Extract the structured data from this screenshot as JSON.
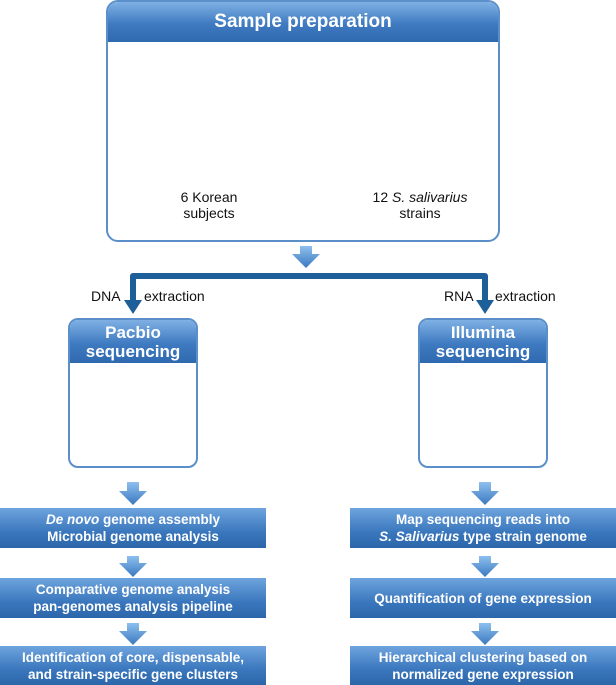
{
  "sample": {
    "title": "Sample preparation",
    "subjects_line1": "6 Korean",
    "subjects_line2": "subjects",
    "strains_prefix": "12 ",
    "strains_species": "S. salivarius",
    "strains_line2": "strains"
  },
  "branches": {
    "dna": "DNA",
    "rna": "RNA",
    "extraction": "extraction"
  },
  "pacbio": {
    "line1": "Pacbio",
    "line2": "sequencing"
  },
  "illumina": {
    "line1": "Illumina",
    "line2": "sequencing"
  },
  "left_steps": {
    "step1_italic": "De novo",
    "step1_rest": " genome assembly",
    "step1_line2": "Microbial genome analysis",
    "step2_line1": "Comparative genome analysis",
    "step2_line2": "pan-genomes analysis pipeline",
    "step3_line1": "Identification of core, dispensable,",
    "step3_line2": "and strain-specific gene clusters"
  },
  "right_steps": {
    "step1_line1": "Map sequencing reads into",
    "step1_italic": "S. Salivarius",
    "step1_rest": " type strain genome",
    "step2": "Quantification of gene expression",
    "step3_line1": "Hierarchical clustering based on",
    "step3_line2": "normalized gene expression"
  },
  "colors": {
    "header_blue": "#3f7bc1",
    "arrow_light": "#5b9bd5",
    "arrow_dark": "#1f5f99",
    "border": "#5b8fc9"
  }
}
